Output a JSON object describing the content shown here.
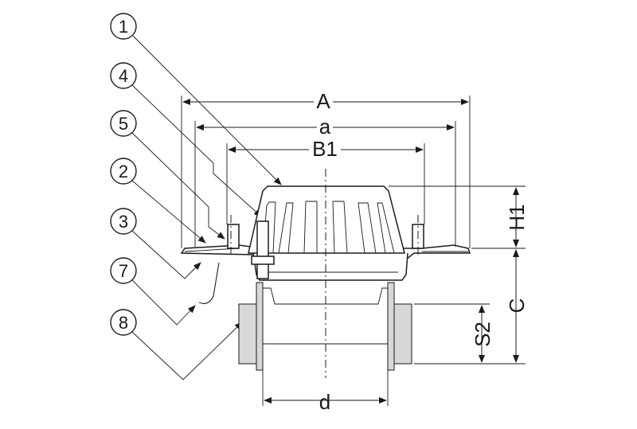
{
  "callouts": [
    "1",
    "4",
    "5",
    "2",
    "3",
    "7",
    "8"
  ],
  "dimensions": {
    "A": "A",
    "a": "a",
    "B1": "B1",
    "H1": "H1",
    "C": "C",
    "S2": "S2",
    "d": "d"
  }
}
